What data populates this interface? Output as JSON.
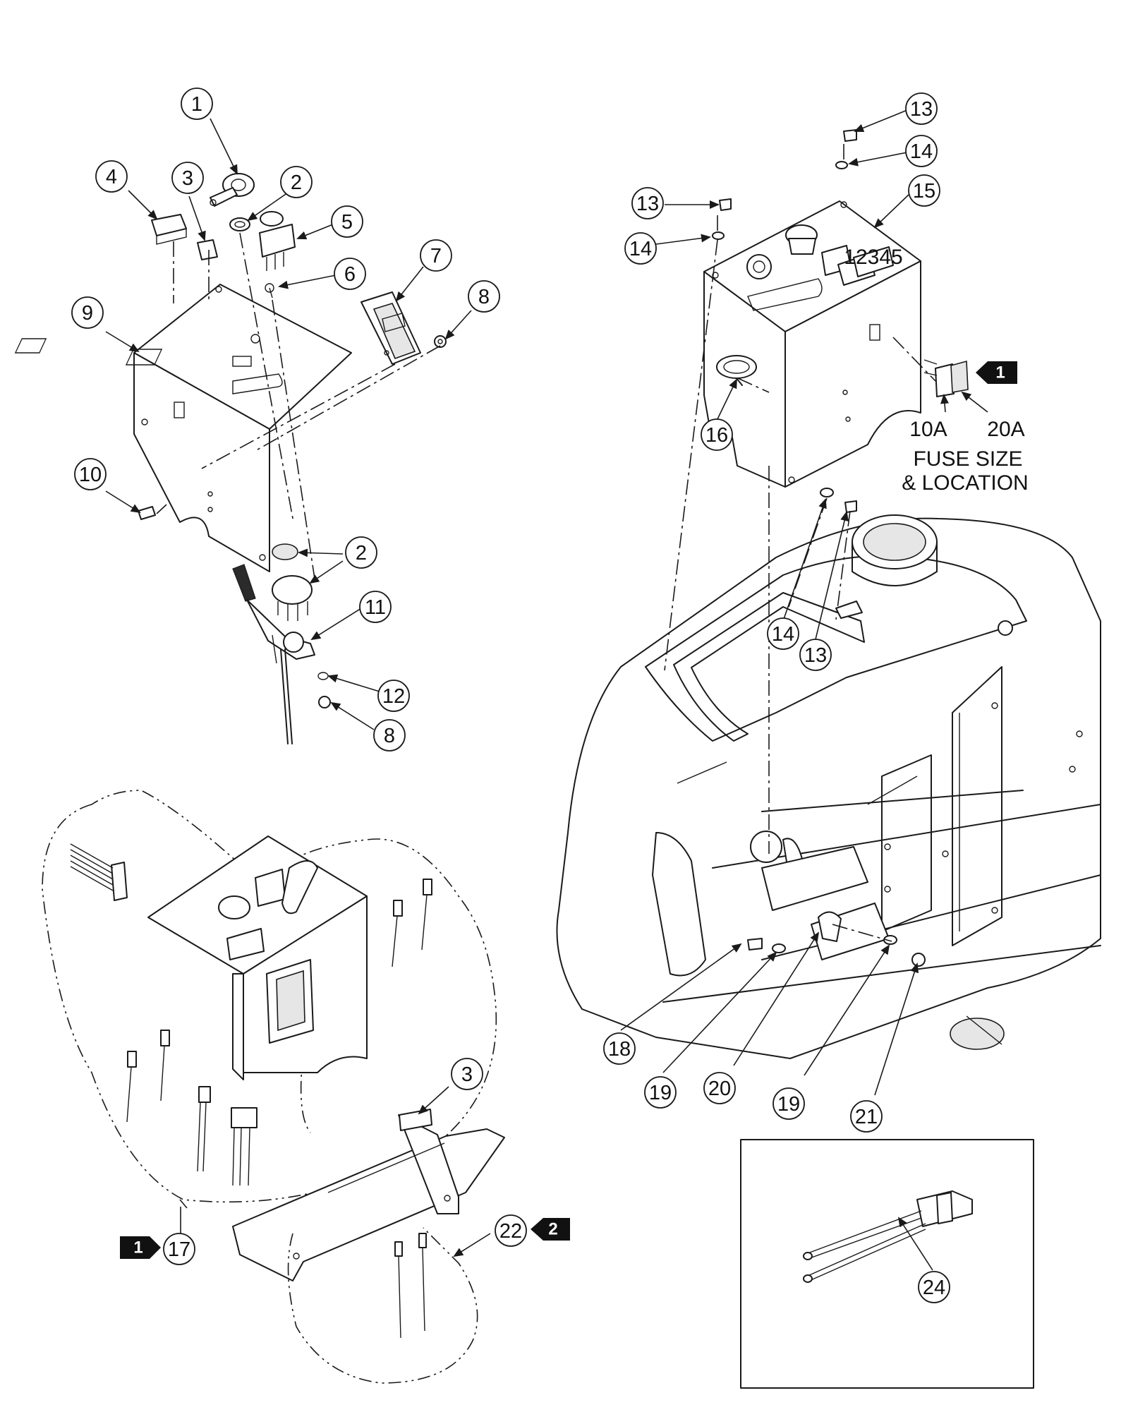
{
  "callouts": [
    {
      "label": "1"
    },
    {
      "label": "2"
    },
    {
      "label": "3"
    },
    {
      "label": "4"
    },
    {
      "label": "5"
    },
    {
      "label": "6"
    },
    {
      "label": "7"
    },
    {
      "label": "8"
    },
    {
      "label": "9"
    },
    {
      "label": "10"
    },
    {
      "label": "2"
    },
    {
      "label": "11"
    },
    {
      "label": "12"
    },
    {
      "label": "8"
    },
    {
      "label": "13"
    },
    {
      "label": "14"
    },
    {
      "label": "15"
    },
    {
      "label": "13"
    },
    {
      "label": "14"
    },
    {
      "label": "16"
    },
    {
      "label": "14"
    },
    {
      "label": "13"
    },
    {
      "label": "18"
    },
    {
      "label": "19"
    },
    {
      "label": "20"
    },
    {
      "label": "19"
    },
    {
      "label": "21"
    },
    {
      "label": "3"
    },
    {
      "label": "17"
    },
    {
      "label": "22"
    },
    {
      "label": "24"
    }
  ],
  "tags": [
    {
      "label": "1"
    },
    {
      "label": "1"
    },
    {
      "label": "2"
    }
  ],
  "fuse": {
    "left_amp": "10A",
    "right_amp": "20A",
    "line1": "FUSE SIZE",
    "line2": "& LOCATION"
  },
  "panel_badge": "12345"
}
